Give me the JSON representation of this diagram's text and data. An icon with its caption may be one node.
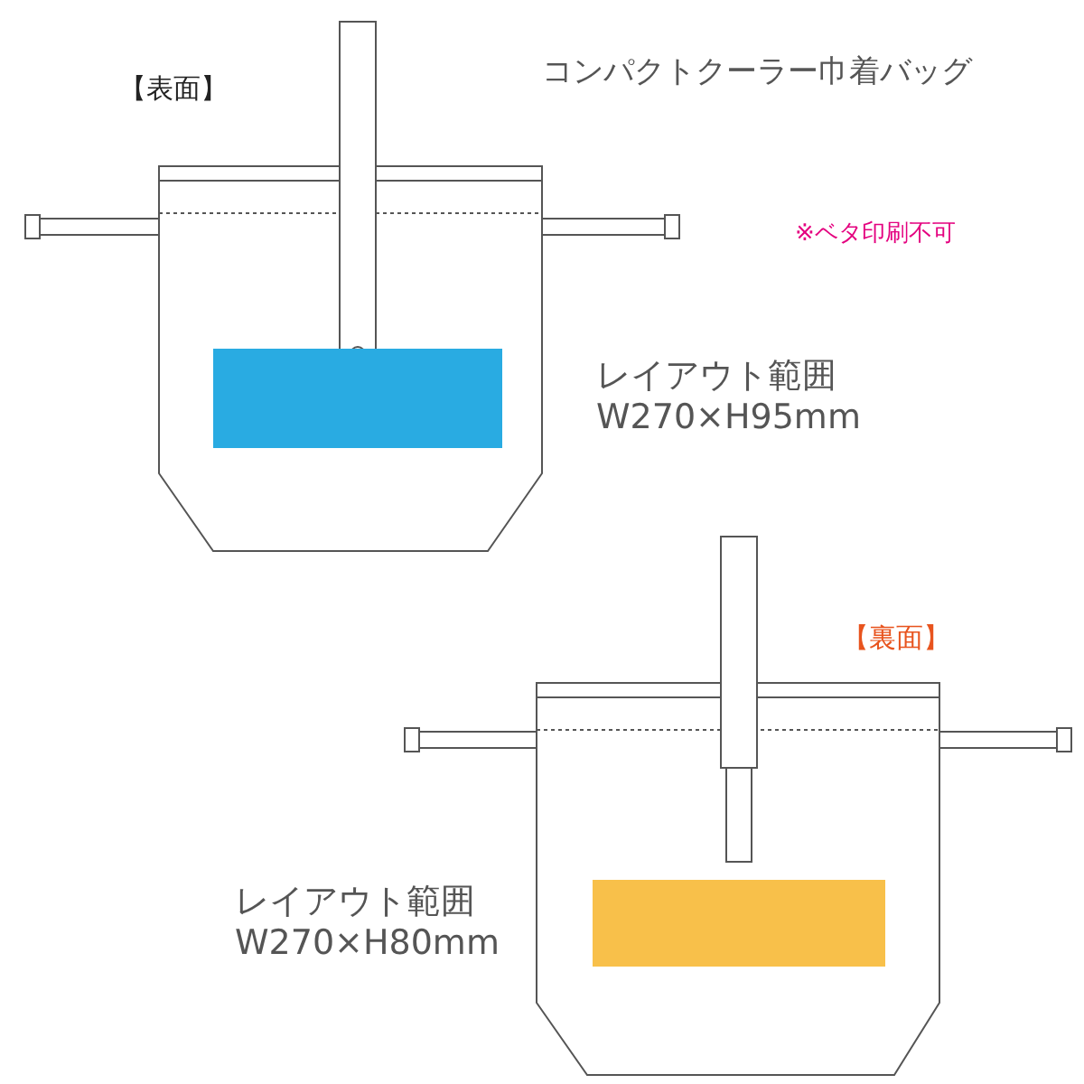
{
  "diagram": {
    "title": "コンパクトクーラー巾着バッグ",
    "labels": [
      "【表面】",
      "※ベタ印刷不可",
      "レイアウト範囲 W270×H95mm",
      "【裏面】",
      "レイアウト範囲 W270×H80mm"
    ]
  }
}
